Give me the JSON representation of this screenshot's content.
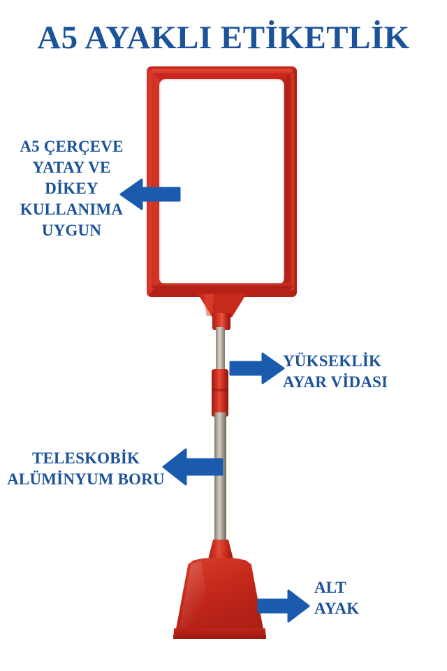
{
  "page": {
    "title": "A5 AYAKLI ETİKETLİK",
    "background_color": "#FFFFFF"
  },
  "colors": {
    "text_blue": "#1B5299",
    "arrow_blue": "#1A5BAE",
    "product_red": "#C8281B",
    "pole_aluminium": "#B9B2A7"
  },
  "annotations": [
    {
      "id": "frame",
      "arrow_direction": "left",
      "lines": [
        "A5 ÇERÇEVE",
        "YATAY VE",
        "DİKEY",
        "KULLANIMA",
        "UYGUN"
      ]
    },
    {
      "id": "screw",
      "arrow_direction": "right",
      "lines": [
        "YÜKSEKLİK",
        "AYAR VİDASI"
      ]
    },
    {
      "id": "pole",
      "arrow_direction": "left",
      "lines": [
        "TELESKOBİK",
        "ALÜMİNYUM BORU"
      ]
    },
    {
      "id": "foot",
      "arrow_direction": "right",
      "lines": [
        "ALT",
        "AYAK"
      ]
    }
  ],
  "product": {
    "name": "a5-sign-holder-stand",
    "parts": [
      {
        "name": "a5-frame",
        "color": "#C8281B"
      },
      {
        "name": "frame-connector",
        "color": "#C62A1C"
      },
      {
        "name": "upper-telescopic-tube",
        "color": "#B9B2A7"
      },
      {
        "name": "height-adjust-screw",
        "color": "#CE3021"
      },
      {
        "name": "lower-telescopic-tube",
        "color": "#ADA599"
      },
      {
        "name": "base-hub",
        "color": "#CB2E20"
      },
      {
        "name": "base-foot",
        "color": "#C52A1C"
      }
    ]
  }
}
